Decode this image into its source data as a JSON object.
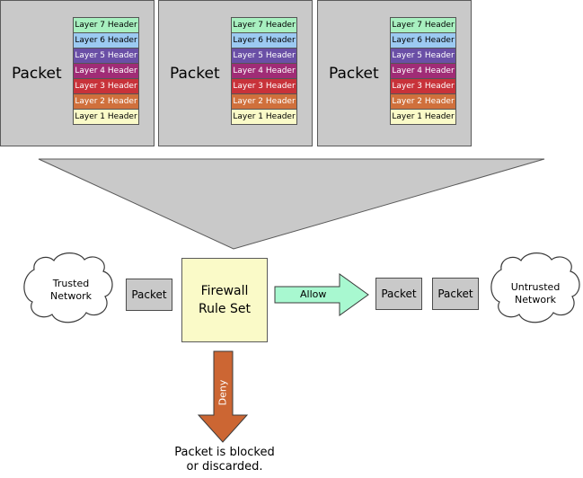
{
  "packets": [
    {
      "title": "Packet",
      "headers": [
        {
          "label": "Layer 7 Header",
          "color": "#a8f0c0"
        },
        {
          "label": "Layer 6 Header",
          "color": "#9ccaf2"
        },
        {
          "label": "Layer 5 Header",
          "color": "#6a4fa6"
        },
        {
          "label": "Layer 4 Header",
          "color": "#a02c76"
        },
        {
          "label": "Layer 3 Header",
          "color": "#c8323a"
        },
        {
          "label": "Layer 2 Header",
          "color": "#d0703c"
        },
        {
          "label": "Layer 1 Header",
          "color": "#fafac8"
        }
      ]
    },
    {
      "title": "Packet",
      "headers": [
        {
          "label": "Layer 7 Header",
          "color": "#a8f0c0"
        },
        {
          "label": "Layer 6 Header",
          "color": "#9ccaf2"
        },
        {
          "label": "Layer 5 Header",
          "color": "#6a4fa6"
        },
        {
          "label": "Layer 4 Header",
          "color": "#a02c76"
        },
        {
          "label": "Layer 3 Header",
          "color": "#c8323a"
        },
        {
          "label": "Layer 2 Header",
          "color": "#d0703c"
        },
        {
          "label": "Layer 1 Header",
          "color": "#fafac8"
        }
      ]
    },
    {
      "title": "Packet",
      "headers": [
        {
          "label": "Layer 7 Header",
          "color": "#a8f0c0"
        },
        {
          "label": "Layer 6 Header",
          "color": "#9ccaf2"
        },
        {
          "label": "Layer 5 Header",
          "color": "#6a4fa6"
        },
        {
          "label": "Layer 4 Header",
          "color": "#a02c76"
        },
        {
          "label": "Layer 3 Header",
          "color": "#c8323a"
        },
        {
          "label": "Layer 2 Header",
          "color": "#d0703c"
        },
        {
          "label": "Layer 1 Header",
          "color": "#fafac8"
        }
      ]
    }
  ],
  "trusted_network": {
    "line1": "Trusted",
    "line2": "Network"
  },
  "untrusted_network": {
    "line1": "Untrusted",
    "line2": "Network"
  },
  "incoming_packet": "Packet",
  "firewall": {
    "line1": "Firewall",
    "line2": "Rule Set",
    "color": "#fafac8"
  },
  "allow": {
    "label": "Allow",
    "color": "#a8f8d0"
  },
  "allowed_packets": [
    "Packet",
    "Packet"
  ],
  "deny": {
    "label": "Deny",
    "color": "#cc6633"
  },
  "result": {
    "line1": "Packet is blocked",
    "line2": "or discarded."
  },
  "colors": {
    "packet_gray": "#c9c9c9",
    "funnel_gray": "#c9c9c9"
  }
}
